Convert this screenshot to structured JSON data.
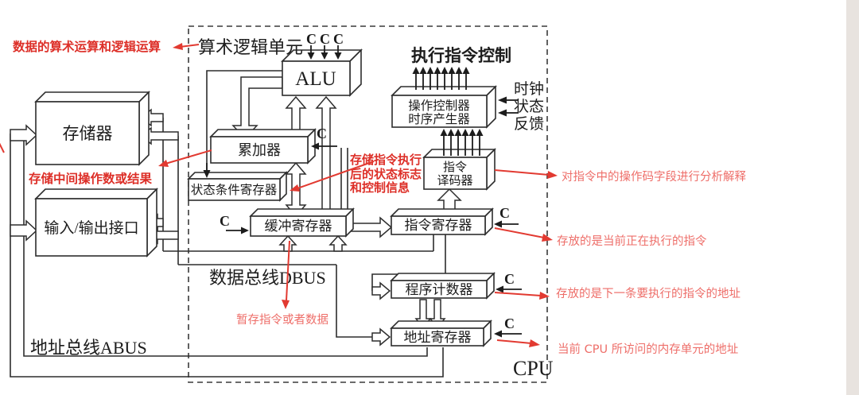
{
  "diagram": {
    "region_title": "算术逻辑单元",
    "exec_control_title": "执行指令控制",
    "cpu_label": "CPU",
    "blocks": {
      "memory": "存储器",
      "io": "输入/输出接口",
      "alu": "ALU",
      "accumulator": "累加器",
      "status_register": "状态条件寄存器",
      "buffer_register": "缓冲寄存器",
      "instruction_register": "指令寄存器",
      "decoder_line1": "指令",
      "decoder_line2": "译码器",
      "op_controller_line1": "操作控制器",
      "op_controller_line2": "时序产生器",
      "program_counter": "程序计数器",
      "address_register": "地址寄存器"
    },
    "signals": {
      "c": "C",
      "clock": "时钟",
      "status": "状态",
      "feedback": "反馈"
    },
    "buses": {
      "data_bus": "数据总线DBUS",
      "address_bus": "地址总线ABUS"
    }
  },
  "annotations": {
    "alu_function": "数据的算术运算和逻辑运算",
    "memory_function": "存储中间操作数或结果",
    "status_line1": "存储指令执行",
    "status_line2": "后的状态标志",
    "status_line3": "和控制信息",
    "decoder_function": "对指令中的操作码字段进行分析解释",
    "ir_function": "存放的是当前正在执行的指令",
    "buffer_function": "暂存指令或者数据",
    "pc_function": "存放的是下一条要执行的指令的地址",
    "ar_function": "当前 CPU 所访问的内存单元的地址"
  },
  "colors": {
    "annotation_red": "#dd2f28",
    "annotation_red_light": "#ee6e69",
    "line_black": "#2d2d2d",
    "page_margin": "#e8e3df"
  }
}
